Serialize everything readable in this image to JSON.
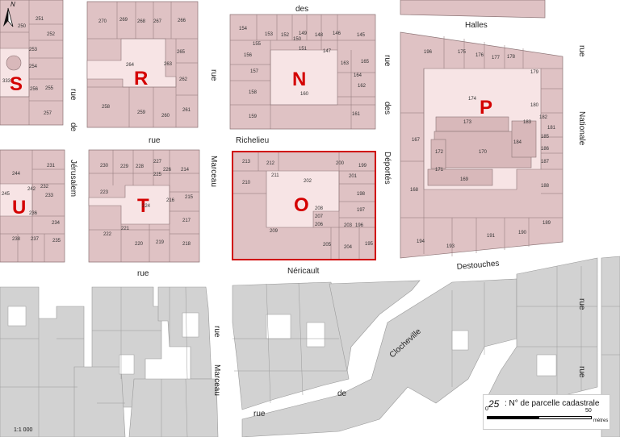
{
  "map": {
    "streets": [
      {
        "id": "des-top",
        "text": "des"
      },
      {
        "id": "halles",
        "text": "Halles"
      },
      {
        "id": "rue-left",
        "text": "rue"
      },
      {
        "id": "de-left",
        "text": "de"
      },
      {
        "id": "jerusalem",
        "text": "Jérusalem"
      },
      {
        "id": "rue-mid",
        "text": "rue"
      },
      {
        "id": "rue-row",
        "text": "rue"
      },
      {
        "id": "richelieu",
        "text": "Richelieu"
      },
      {
        "id": "marceau-top",
        "text": "Marceau"
      },
      {
        "id": "rue-n",
        "text": "rue"
      },
      {
        "id": "des-n",
        "text": "des"
      },
      {
        "id": "deportes",
        "text": "Déportés"
      },
      {
        "id": "rue-right",
        "text": "rue"
      },
      {
        "id": "nationale",
        "text": "Nationale"
      },
      {
        "id": "rue-bottom-left",
        "text": "rue"
      },
      {
        "id": "nericault",
        "text": "Néricault"
      },
      {
        "id": "destouches",
        "text": "Destouches"
      },
      {
        "id": "rue-lower-right",
        "text": "rue"
      },
      {
        "id": "rue-marceau-low",
        "text": "rue"
      },
      {
        "id": "marceau-low",
        "text": "Marceau"
      },
      {
        "id": "clocheville",
        "text": "Clocheville"
      },
      {
        "id": "de-low",
        "text": "de"
      },
      {
        "id": "rue-low",
        "text": "rue"
      },
      {
        "id": "rue-right-low",
        "text": "rue"
      }
    ],
    "blocks": [
      "S",
      "R",
      "N",
      "P",
      "U",
      "T",
      "O"
    ],
    "parcels": [
      "251",
      "250",
      "252",
      "253",
      "254",
      "333",
      "256",
      "255",
      "257",
      "270",
      "269",
      "268",
      "267",
      "266",
      "264",
      "263",
      "265",
      "262",
      "258",
      "259",
      "260",
      "261",
      "154",
      "153",
      "152",
      "149",
      "148",
      "146",
      "145",
      "155",
      "150",
      "151",
      "147",
      "156",
      "163",
      "165",
      "157",
      "164",
      "162",
      "160",
      "158",
      "159",
      "161",
      "196",
      "175",
      "176",
      "177",
      "178",
      "179",
      "174",
      "180",
      "182",
      "183",
      "181",
      "185",
      "184",
      "173",
      "186",
      "167",
      "172",
      "171",
      "170",
      "187",
      "169",
      "168",
      "188",
      "189",
      "194",
      "193",
      "191",
      "190",
      "231",
      "244",
      "232",
      "233",
      "242",
      "245",
      "236",
      "234",
      "238",
      "237",
      "235",
      "230",
      "229",
      "228",
      "227",
      "226",
      "214",
      "225",
      "223",
      "224",
      "216",
      "215",
      "217",
      "221",
      "222",
      "220",
      "219",
      "218",
      "213",
      "212",
      "211",
      "210",
      "202",
      "200",
      "201",
      "199",
      "198",
      "208",
      "207",
      "206",
      "197",
      "209",
      "203",
      "196",
      "205",
      "204",
      "195"
    ]
  },
  "legend": {
    "parcel_sample": "25",
    "parcel_text": ": N° de parcelle cadastrale",
    "scale_start": "0",
    "scale_end": "50",
    "scale_unit": "mètres"
  },
  "scale_ratio": "1:1 000",
  "north_label": "N"
}
